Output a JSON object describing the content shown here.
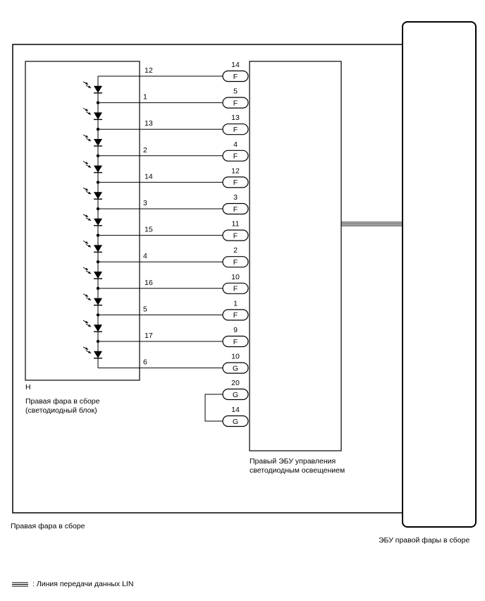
{
  "outer_box_label": "Правая фара в сборе",
  "ecu_headlamp_label": "ЭБУ правой фары в сборе",
  "led_block": {
    "connector": "H",
    "title_line1": "Правая фара в сборе",
    "title_line2": "(светодиодный блок)"
  },
  "led_controller": {
    "title_line1": "Правый ЭБУ управления",
    "title_line2": "светодиодным освещением"
  },
  "legend": {
    "text": ": Линия передачи данных LIN"
  },
  "led_pins": [
    "12",
    "1",
    "13",
    "2",
    "14",
    "3",
    "15",
    "4",
    "16",
    "5",
    "17",
    "6"
  ],
  "controller_pins": [
    {
      "pin": "14",
      "connector": "F"
    },
    {
      "pin": "5",
      "connector": "F"
    },
    {
      "pin": "13",
      "connector": "F"
    },
    {
      "pin": "4",
      "connector": "F"
    },
    {
      "pin": "12",
      "connector": "F"
    },
    {
      "pin": "3",
      "connector": "F"
    },
    {
      "pin": "11",
      "connector": "F"
    },
    {
      "pin": "2",
      "connector": "F"
    },
    {
      "pin": "10",
      "connector": "F"
    },
    {
      "pin": "1",
      "connector": "F"
    },
    {
      "pin": "9",
      "connector": "F"
    },
    {
      "pin": "10",
      "connector": "G"
    }
  ],
  "jumper_pins": [
    {
      "pin": "20",
      "connector": "G"
    },
    {
      "pin": "14",
      "connector": "G"
    }
  ]
}
